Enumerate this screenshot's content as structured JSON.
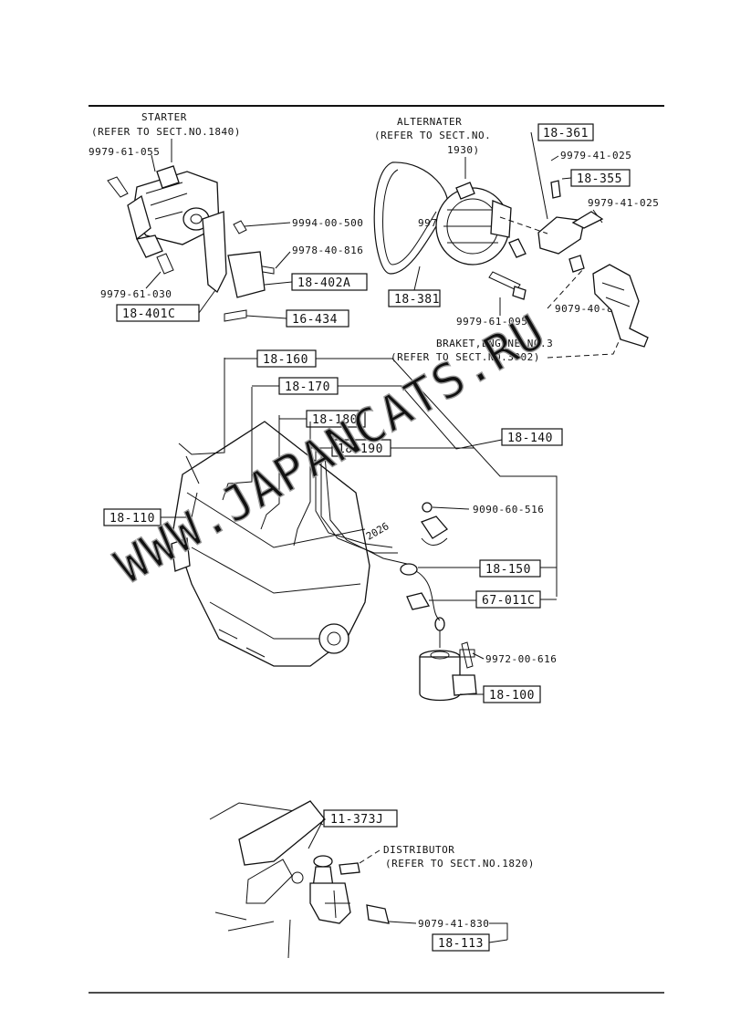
{
  "watermark": {
    "text": "WWW.JAPANCATS.RU",
    "small": "2026"
  },
  "starter": {
    "title": "STARTER",
    "ref": "(REFER TO SECT.NO.1840)",
    "parts": [
      "9979-61-055",
      "9994-00-500",
      "9978-40-816",
      "9979-61-030"
    ],
    "boxes": [
      "18-402A",
      "16-434",
      "18-401C"
    ]
  },
  "alternator": {
    "title": "ALTERNATER",
    "ref_line1": "(REFER TO SECT.NO.",
    "ref_line2": "1930)",
    "parts": [
      "9979-41-025",
      "9979-41-025",
      "9979-41-020",
      "9979-61-095",
      "9079-40-825"
    ],
    "boxes": [
      "18-361",
      "18-355",
      "18-381"
    ]
  },
  "bracket": {
    "title": "BRAKET,ENGINE NO.3",
    "ref": "(REFER TO SECT.NO.3902)"
  },
  "ignition": {
    "boxes": [
      "18-160",
      "18-170",
      "18-180",
      "18-190",
      "18-140",
      "18-110",
      "18-150",
      "67-011C",
      "18-100"
    ],
    "parts": [
      "9090-60-516",
      "9972-00-616"
    ]
  },
  "distributor": {
    "title": "DISTRIBUTOR",
    "ref": "(REFER TO SECT.NO.1820)",
    "parts": [
      "9079-41-830"
    ],
    "boxes": [
      "11-373J",
      "18-113"
    ]
  }
}
